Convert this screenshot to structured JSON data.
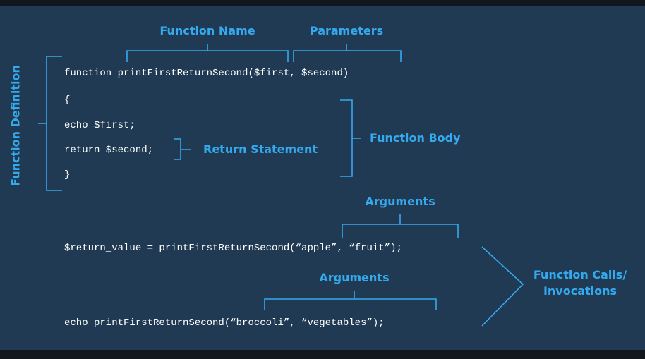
{
  "code": {
    "definition": [
      "function printFirstReturnSecond($first, $second)",
      "{",
      "echo $first;",
      "return $second;",
      "}"
    ],
    "call_1": "$return_value = printFirstReturnSecond(“apple”, “fruit”);",
    "call_2": "echo printFirstReturnSecond(“broccoli”, “vegetables”);"
  },
  "labels": {
    "function_name": "Function Name",
    "parameters": "Parameters",
    "function_definition": "Function Definition",
    "function_body": "Function Body",
    "return_statement": "Return Statement",
    "arguments_1": "Arguments",
    "arguments_2": "Arguments",
    "function_calls_line1": "Function Calls/",
    "function_calls_line2": "Invocations"
  },
  "colors": {
    "background": "#1f3a52",
    "accent": "#35a9ee",
    "code_text": "#ffffff"
  }
}
